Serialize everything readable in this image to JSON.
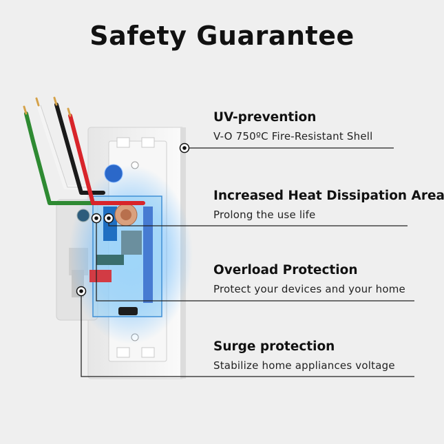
{
  "title": "Safety Guarantee",
  "features": [
    {
      "title": "UV-prevention",
      "description": "V-O 750ºC Fire-Resistant Shell"
    },
    {
      "title": "Increased Heat Dissipation Area",
      "description": "Prolong the use life"
    },
    {
      "title": "Overload Protection",
      "description": "Protect your devices and your home"
    },
    {
      "title": "Surge protection",
      "description": "Stabilize home appliances voltage"
    }
  ],
  "colors": {
    "background": "#efefef",
    "wire_green": "#2e8a32",
    "wire_white": "#f4f4f4",
    "wire_black": "#1a1a1a",
    "wire_red": "#d8242a",
    "glow_blue": "#6ec3ff"
  }
}
